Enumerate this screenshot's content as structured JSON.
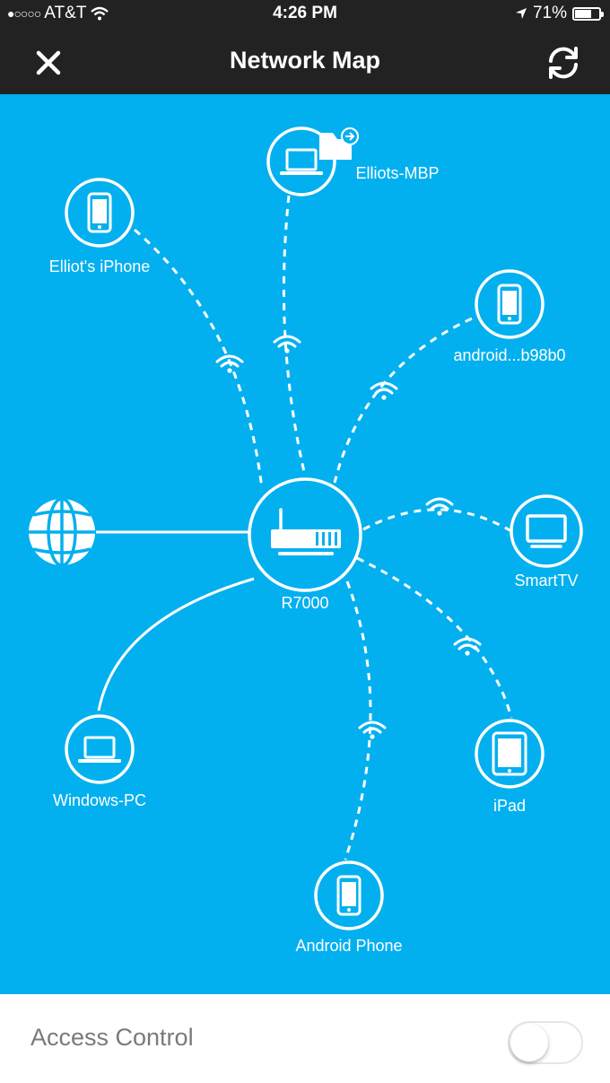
{
  "status_bar": {
    "signal_dots": "●○○○○",
    "carrier": "AT&T",
    "time": "4:26 PM",
    "battery_percent": "71%",
    "battery_level": 0.71
  },
  "nav": {
    "title": "Network Map",
    "close_icon": "close-icon",
    "refresh_icon": "refresh-icon"
  },
  "colors": {
    "map_background": "#03b0ef",
    "nav_background": "#222222",
    "line": "#ffffff"
  },
  "network": {
    "router": {
      "label": "R7000",
      "icon": "router-icon"
    },
    "internet": {
      "icon": "globe-icon"
    },
    "devices": [
      {
        "label": "Elliots-MBP",
        "icon": "laptop-icon",
        "connection": "wifi"
      },
      {
        "label": "Elliot's iPhone",
        "icon": "phone-icon",
        "connection": "wifi"
      },
      {
        "label": "android...b98b0",
        "icon": "phone-icon",
        "connection": "wifi"
      },
      {
        "label": "SmartTV",
        "icon": "tv-icon",
        "connection": "wifi"
      },
      {
        "label": "iPad",
        "icon": "tablet-icon",
        "connection": "wifi"
      },
      {
        "label": "Android Phone",
        "icon": "phone-icon",
        "connection": "wifi"
      },
      {
        "label": "Windows-PC",
        "icon": "laptop-icon",
        "connection": "wired"
      }
    ]
  },
  "access_control": {
    "label": "Access Control",
    "enabled": false
  }
}
